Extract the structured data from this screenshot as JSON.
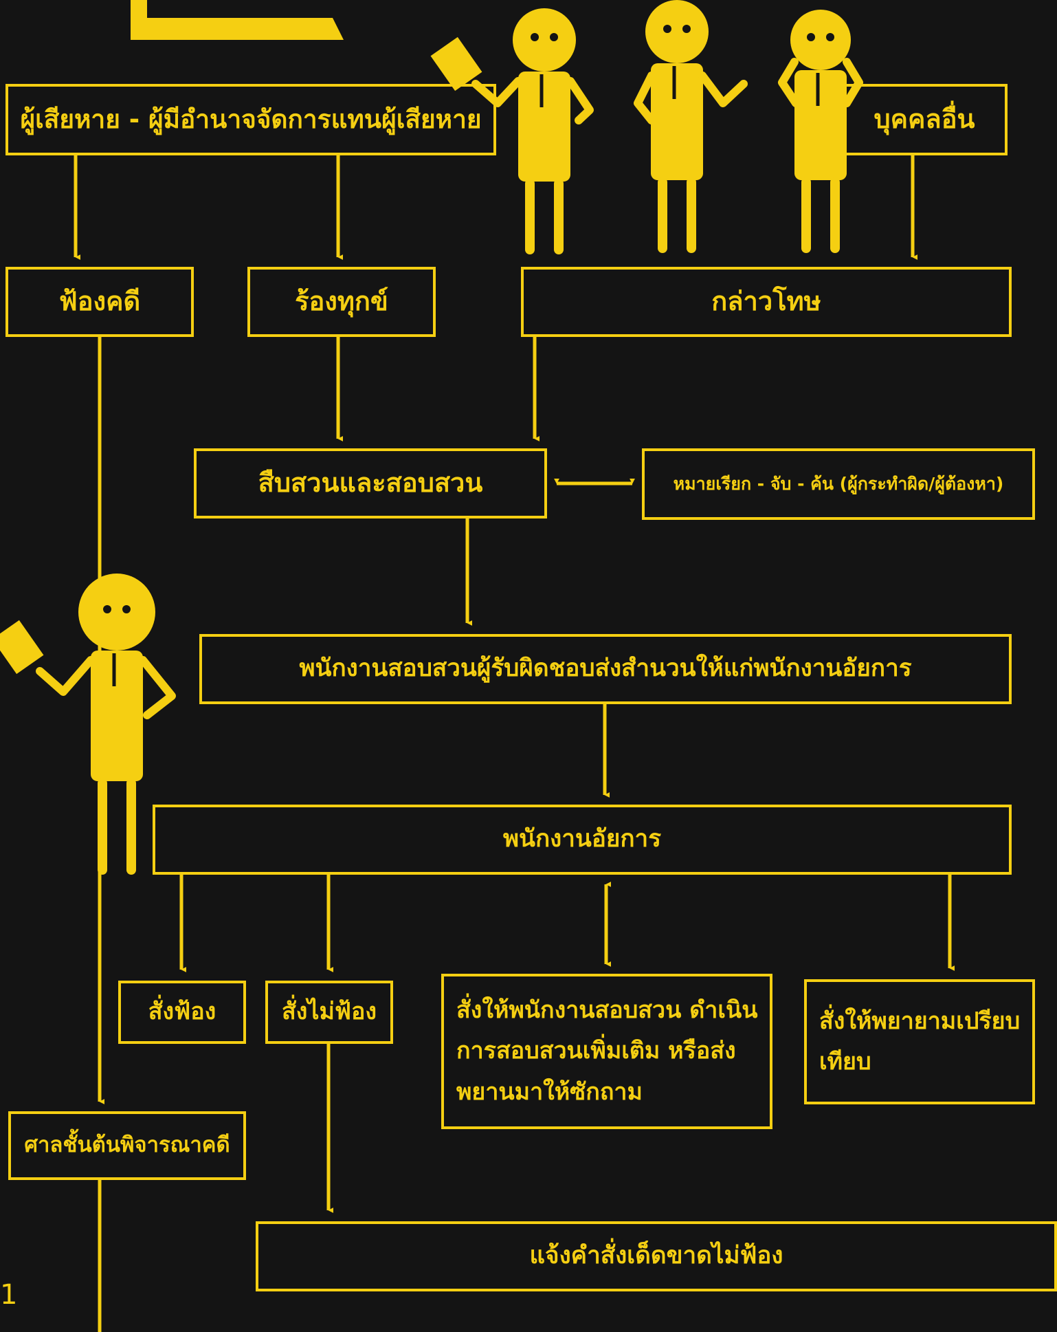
{
  "diagram": {
    "nodes": {
      "victim": "ผู้เสียหาย - ผู้มีอำนาจจัดการแทนผู้เสียหาย",
      "other_person": "บุคคลอื่น",
      "sue": "ฟ้องคดี",
      "complain": "ร้องทุกข์",
      "accuse": "กล่าวโทษ",
      "investigate": "สืบสวนและสอบสวน",
      "warrant": "หมายเรียก - จับ - ค้น (ผู้กระทำผิด/ผู้ต้องหา)",
      "send_file": "พนักงานสอบสวนผู้รับผิดชอบส่งสำนวนให้แก่พนักงานอัยการ",
      "prosecutor": "พนักงานอัยการ",
      "order_sue": "สั่งฟ้อง",
      "order_not_sue": "สั่งไม่ฟ้อง",
      "order_more": "สั่งให้พนักงานสอบสวน ดำเนินการสอบสวนเพิ่มเติม หรือส่งพยานมาให้ซักถาม",
      "order_settle": "สั่งให้พยายามเปรียบเทียบ",
      "first_court": "ศาลชั้นต้นพิจารณาคดี",
      "final_no_sue": "แจ้งคำสั่งเด็ดขาดไม่ฟ้อง"
    },
    "page_number": "1",
    "colors": {
      "accent": "#f5cf12",
      "background": "#141414"
    }
  }
}
